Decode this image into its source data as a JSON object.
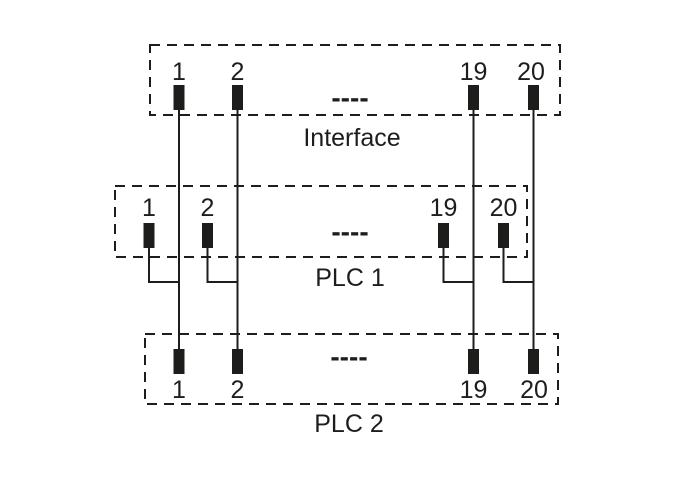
{
  "diagram": {
    "background_color": "#ffffff",
    "ink_color": "#1d1d1b",
    "boxes": [
      {
        "label": "Interface",
        "ellipsis": "----",
        "pins": [
          "1",
          "2",
          "19",
          "20"
        ]
      },
      {
        "label": "PLC 1",
        "ellipsis": "----",
        "pins": [
          "1",
          "2",
          "19",
          "20"
        ]
      },
      {
        "label": "PLC 2",
        "ellipsis": "----",
        "pins": [
          "1",
          "2",
          "19",
          "20"
        ]
      }
    ],
    "connections": [
      {
        "from": "Interface pin 1",
        "tap": "PLC 1 pin 1",
        "to": "PLC 2 pin 1"
      },
      {
        "from": "Interface pin 2",
        "tap": "PLC 1 pin 2",
        "to": "PLC 2 pin 2"
      },
      {
        "from": "Interface pin 19",
        "tap": "PLC 1 pin 19",
        "to": "PLC 2 pin 19"
      },
      {
        "from": "Interface pin 20",
        "tap": "PLC 1 pin 20",
        "to": "PLC 2 pin 20"
      }
    ]
  }
}
